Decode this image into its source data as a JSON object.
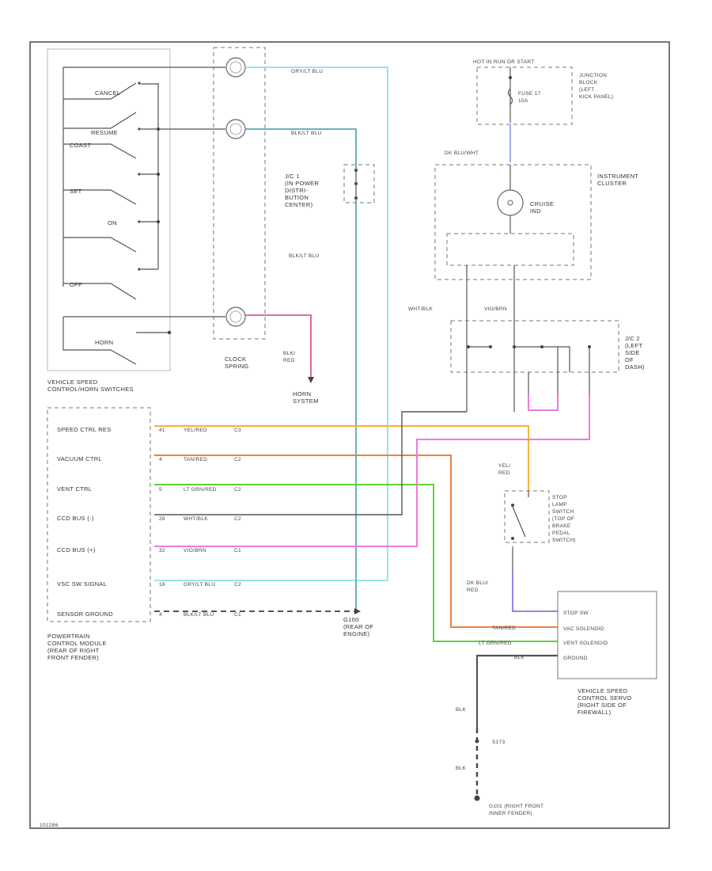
{
  "colors": {
    "yel_red": "#f6b23a",
    "tan_red": "#f0813a",
    "lt_grn_red": "#5cd43c",
    "vio_brn": "#f07ad8",
    "gry_lt_blu": "#86e6ea",
    "blk_lt_blu": "#5aa8b6",
    "blk_red": "#d9607a",
    "dk_blu_red": "#8e88e6",
    "dk_blu_wht": "#9aa0ee",
    "wire_gray": "#555555"
  },
  "labels": {
    "switches": {
      "cancel": "CANCEL",
      "resume": "RESUME",
      "coast": "COAST",
      "set": "SET",
      "on": "ON",
      "off": "OFF",
      "horn": "HORN",
      "group": "VEHICLE SPEED\nCONTROL/HORN SWITCHES"
    },
    "clock_spring": "CLOCK\nSPRING",
    "wires_top": {
      "gry_lt_blu": "GRY/LT BLU",
      "blk_lt_blu": "BLK/LT BLU",
      "blk_lt_blu_2": "BLK/LT BLU",
      "blk_red": "BLK/\nRED",
      "wht_blk": "WHT/BLK",
      "vio_brn": "VIO/BRN"
    },
    "jc1": "J/C 1\n(IN POWER\nDISTRI-\nBUTION\nCENTER)",
    "horn_system": "HORN\nSYSTEM",
    "hot_run": "HOT IN RUN OR START",
    "junction_block": "JUNCTION\nBLOCK\n(LEFT\nKICK PANEL)",
    "fuse": "FUSE 17\n10A",
    "dk_blu_wht": "DK BLU/WHT",
    "instrument_cluster": "INSTRUMENT\nCLUSTER",
    "cruise": "CRUISE\nIND",
    "jc2": "J/C 2\n(LEFT\nSIDE\nOF\nDASH)",
    "pcm_pins": [
      "SPEED CTRL RES",
      "VACUUM CTRL",
      "VENT CTRL",
      "CCD BUS (-)",
      "CCD BUS (+)",
      "VSC SW SIGNAL",
      "SENSOR GROUND"
    ],
    "pcm_wires": [
      "YEL/RED",
      "TAN/RED",
      "LT GRN/RED",
      "WHT/BLK",
      "VIO/BRN",
      "GRY/LT BLU",
      "BLK/LT BLU"
    ],
    "pcm_pin_nums": [
      "41",
      "4",
      "5",
      "28",
      "32",
      "16",
      "4"
    ],
    "pcm_conn_nums": [
      "C3",
      "C2",
      "C2",
      "C2",
      "C1",
      "C2",
      "C1"
    ],
    "pcm": "POWERTRAIN\nCONTROL MODULE\n(REAR OF RIGHT\nFRONT FENDER)",
    "g100": "G100\n(REAR OF\nENGINE)",
    "yel_red_lbl": "YEL/\nRED",
    "stop_lamp_switch": "STOP\nLAMP\nSWITCH\n(TOP OF\nBRAKE\nPEDAL\nSWITCH)",
    "dk_blu_red": "DK BLU/\nRED",
    "servo_pins": [
      "STOP SW",
      "VAC SOLENOID",
      "VENT SOLENOID",
      "GROUND"
    ],
    "servo_wire_lbls": [
      "TAN/RED",
      "LT GRN/RED",
      "BLK"
    ],
    "servo": "VEHICLE SPEED\nCONTROL SERVO\n(RIGHT SIDE OF\nFIREWALL)",
    "blk": "BLK",
    "blk_2": "BLK",
    "s173": "S173",
    "g101": "G101 (RIGHT FRONT\nINNER FENDER)",
    "code": "101286"
  }
}
